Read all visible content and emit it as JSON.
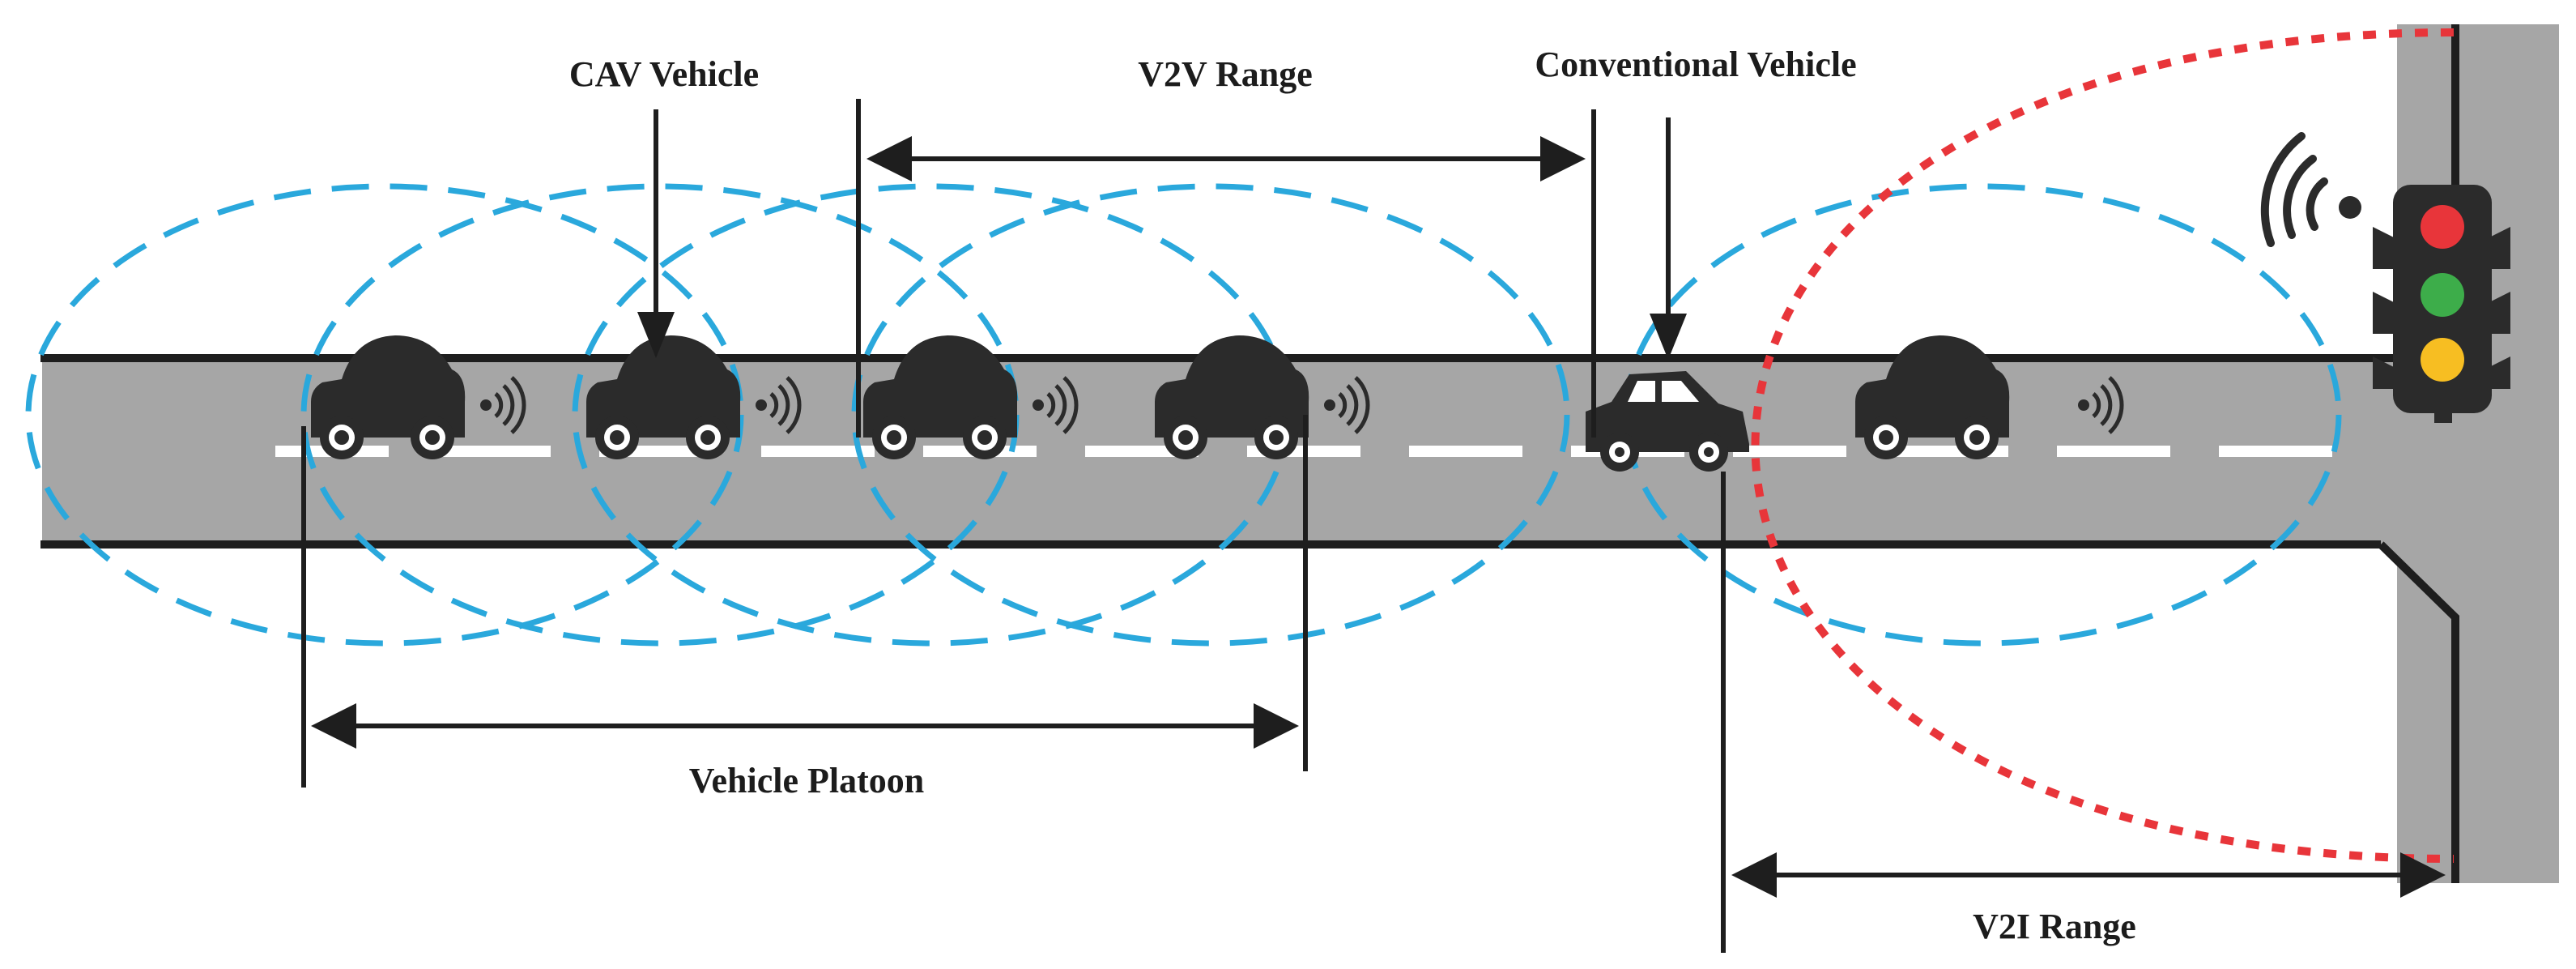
{
  "labels": {
    "cav_vehicle": "CAV Vehicle",
    "v2v_range": "V2V Range",
    "conventional_vehicle": "Conventional Vehicle",
    "vehicle_platoon": "Vehicle Platoon",
    "v2i_range": "V2I Range"
  },
  "colors": {
    "road": "#a6a6a6",
    "road_edge": "#1e1e1e",
    "lane_marking": "#ffffff",
    "v2v_range_outline": "#2aa8dc",
    "v2i_range_outline": "#e8353a",
    "vehicle": "#2b2b2b",
    "light_red": "#e8353a",
    "light_green": "#3dad4a",
    "light_yellow": "#f7be22"
  },
  "vehicles": [
    {
      "type": "CAV",
      "connected": true
    },
    {
      "type": "CAV",
      "connected": true
    },
    {
      "type": "CAV",
      "connected": true
    },
    {
      "type": "CAV",
      "connected": true
    },
    {
      "type": "Conventional",
      "connected": false
    },
    {
      "type": "CAV",
      "connected": true
    }
  ],
  "traffic_light": {
    "lights": [
      "red",
      "green",
      "yellow"
    ],
    "icon": "wifi-signal-icon"
  }
}
